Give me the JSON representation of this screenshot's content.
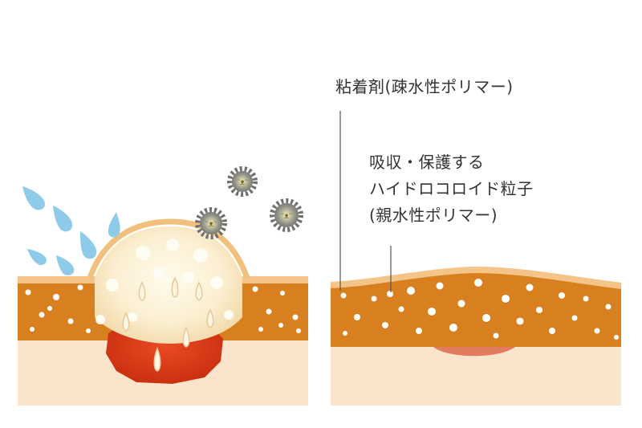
{
  "labels": {
    "adhesive": "粘着剤(疎水性ポリマー)",
    "particles": [
      "吸収・保護する",
      "ハイドロコロイド粒子",
      "(親水性ポリマー)"
    ]
  },
  "colors": {
    "layer_orange": "#d8801f",
    "layer_edge": "#f4c488",
    "skin": "#fbe4cc",
    "wound_red": "#d8361a",
    "wound_pink": "#e27a5e",
    "water_drop": "#8ecbe8",
    "germ": "#7b7b7b"
  },
  "icons": [
    "water-drop-icon",
    "germ-icon"
  ]
}
